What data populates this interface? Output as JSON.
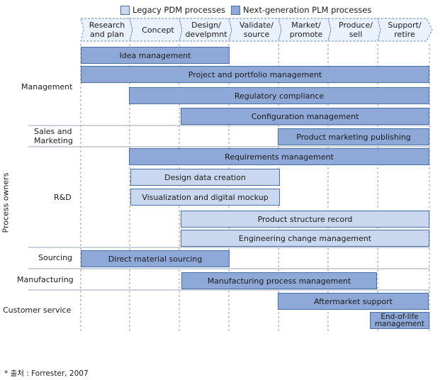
{
  "legend": {
    "legacy": "Legacy PDM processes",
    "next": "Next-generation PLM processes"
  },
  "axis_title": "Process owners",
  "phases": [
    "Research and plan",
    "Concept",
    "Design/ develpmnt",
    "Validate/ source",
    "Market/ promote",
    "Produce/ sell",
    "Support/ retire"
  ],
  "owners": [
    {
      "label": "Management"
    },
    {
      "label": "Sales and Marketing"
    },
    {
      "label": "R&D"
    },
    {
      "label": "Sourcing"
    },
    {
      "label": "Manufacturing"
    },
    {
      "label": "Customer service"
    }
  ],
  "bars": [
    {
      "label": "Idea management",
      "type": "next"
    },
    {
      "label": "Project and portfolio management",
      "type": "next"
    },
    {
      "label": "Regulatory compliance",
      "type": "next"
    },
    {
      "label": "Configuration management",
      "type": "next"
    },
    {
      "label": "Product marketing publishing",
      "type": "next"
    },
    {
      "label": "Requirements management",
      "type": "next"
    },
    {
      "label": "Design data creation",
      "type": "legacy"
    },
    {
      "label": "Visualization and digital mockup",
      "type": "legacy"
    },
    {
      "label": "Product structure record",
      "type": "legacy"
    },
    {
      "label": "Engineering change management",
      "type": "legacy"
    },
    {
      "label": "Direct material sourcing",
      "type": "next"
    },
    {
      "label": "Manufacturing process management",
      "type": "next"
    },
    {
      "label": "Aftermarket support",
      "type": "next"
    },
    {
      "label": "End-of-life management",
      "type": "next"
    }
  ],
  "source": "* 출처 : Forrester, 2007",
  "colors": {
    "next": "#8ea9d8",
    "legacy": "#c9d8ee",
    "border": "#4a6fa5"
  }
}
